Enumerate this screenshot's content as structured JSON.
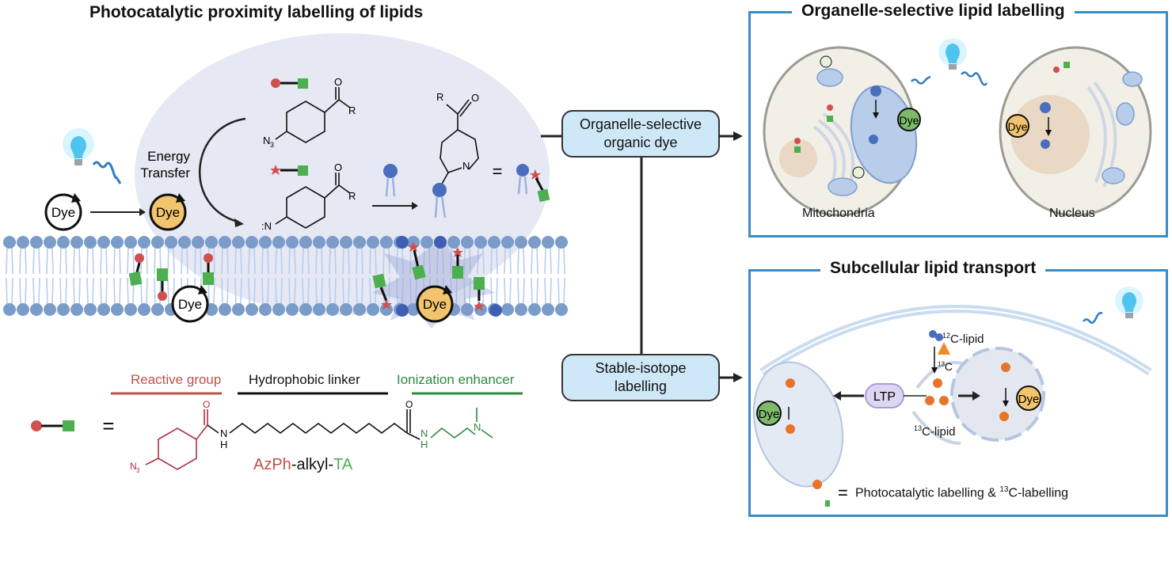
{
  "left": {
    "title": "Photocatalytic proximity labelling of lipids",
    "energy_transfer_line1": "Energy",
    "energy_transfer_line2": "Transfer",
    "dye_label": "Dye",
    "chem_labels": {
      "oxygen": "O",
      "r_group": "R",
      "azide": "N",
      "azide_sub": "3",
      "nitrene": ":N",
      "ring_n": "N"
    },
    "equals": "="
  },
  "probe": {
    "segments": [
      {
        "label": "Reactive group",
        "color": "#c0504d"
      },
      {
        "label": "Hydrophobic linker",
        "color": "#111111"
      },
      {
        "label": "Ionization enhancer",
        "color": "#2e8b3e"
      }
    ],
    "name_parts": [
      {
        "text": "AzPh",
        "color": "#c0504d"
      },
      {
        "text": "-alkyl-",
        "color": "#111111"
      },
      {
        "text": "TA",
        "color": "#4caf50"
      }
    ],
    "equals": "=",
    "atoms": {
      "o": "O",
      "nh_n": "N",
      "nh_h": "H",
      "n": "N",
      "azide": "N",
      "azide_sub": "3"
    }
  },
  "flow": {
    "box1_line1": "Organelle-selective",
    "box1_line2": "organic dye",
    "box2_line1": "Stable-isotope",
    "box2_line2": "labelling"
  },
  "panel_top": {
    "title": "Organelle-selective lipid labelling",
    "label_left": "Mitochondria",
    "label_right": "Nucleus",
    "dye_label": "Dye"
  },
  "panel_bottom": {
    "title": "Subcellular lipid transport",
    "c12_sup": "12",
    "c12_text": "C-lipid",
    "c13_sup": "13",
    "c13_text": "C-lipid",
    "c13_tag_sup": "13",
    "c13_tag_text": "C",
    "ltp": "LTP",
    "dye_label": "Dye",
    "legend_eq": "=",
    "legend_text_1": "Photocatalytic labelling & ",
    "legend_sup": "13",
    "legend_text_2": "C-labelling"
  },
  "colors": {
    "panel_border": "#3b8cc2",
    "flow_box_fill": "#cfe8f7",
    "dye_excited": "#f2c46d",
    "dye_green": "#7dbb6a",
    "lipid_head": "#5a7fc0",
    "membrane_head": "#7a9cc9",
    "reactive_red": "#d0504f",
    "tag_green": "#4caf50",
    "lipid_orange": "#e8742a"
  }
}
